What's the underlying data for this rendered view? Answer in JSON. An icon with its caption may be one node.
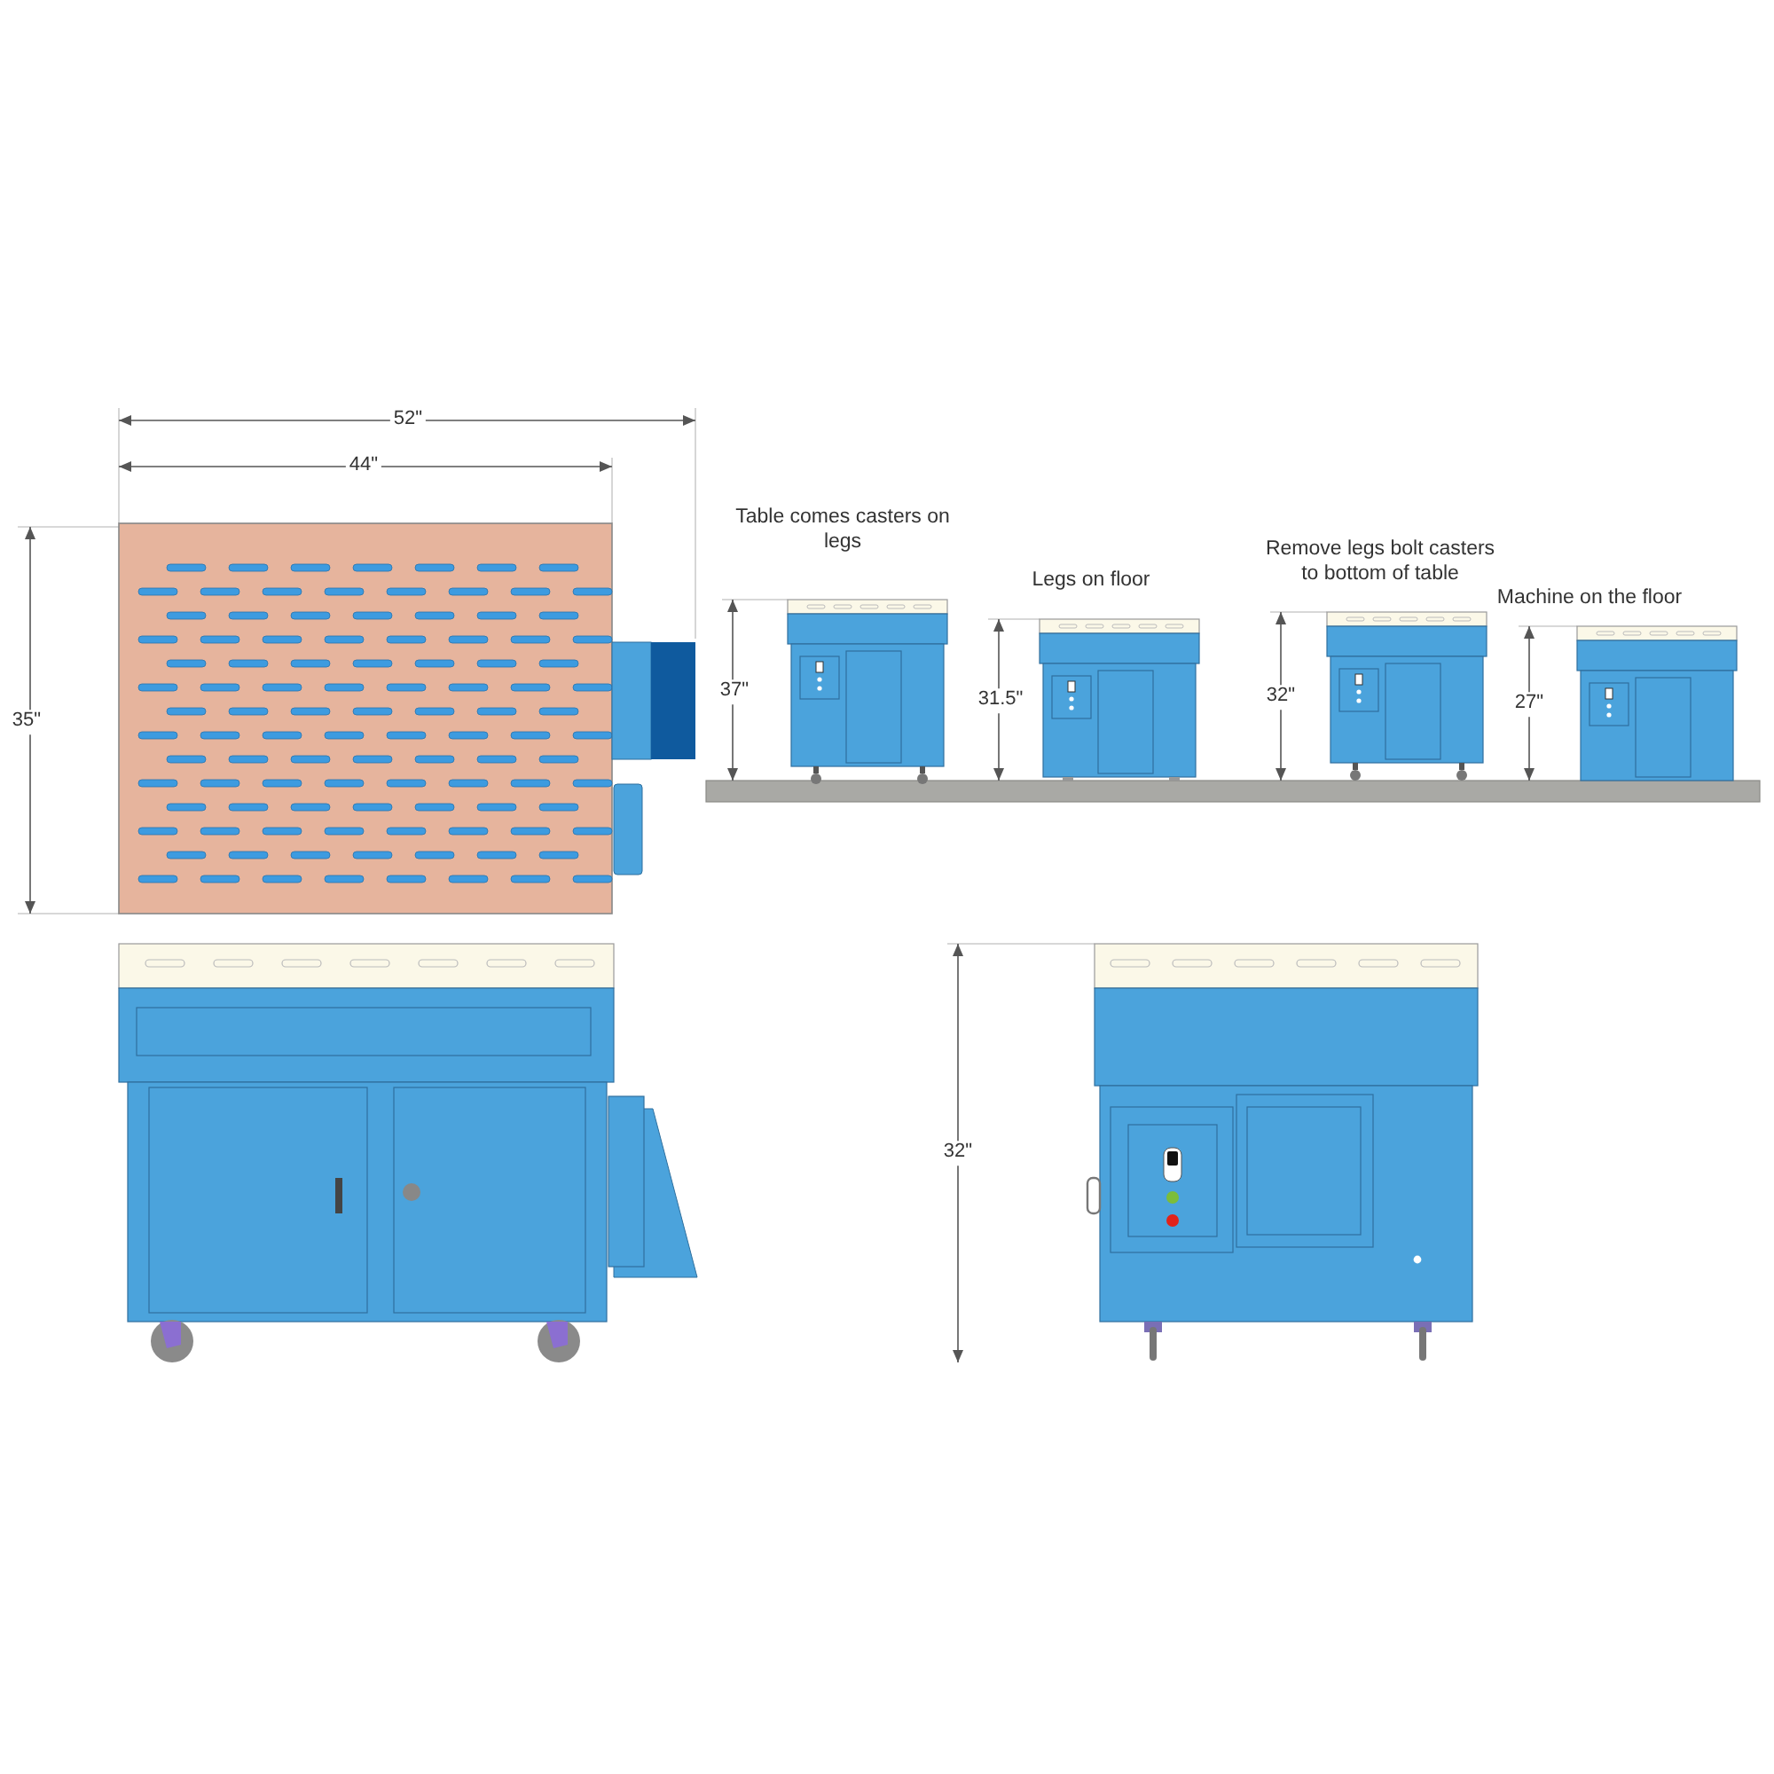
{
  "diagram": {
    "labels": [
      "52\"",
      "44\"",
      "35\"",
      "Table comes casters on legs",
      "Legs on floor",
      "Remove legs bolt casters to bottom of table",
      "Machine on the floor",
      "37\"",
      "31.5\"",
      "32\"",
      "27\"",
      "32\""
    ]
  }
}
